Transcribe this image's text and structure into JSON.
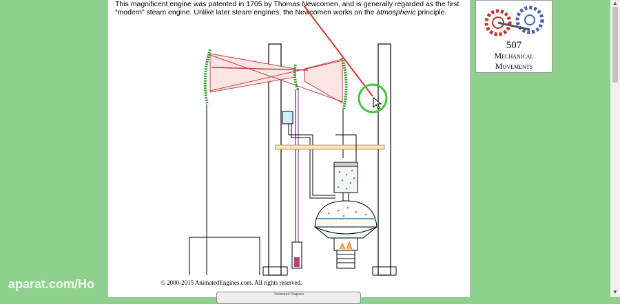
{
  "intro": {
    "part1": "This magnificent engine was patented in 1705 by Thomas Newcomen, and is generally regarded as the first “modern” steam engine. Unlike later steam engines, the Newcomen works on the ",
    "emphasis": "atmospheric",
    "part2": " principle."
  },
  "copyright": "© 2000-2015 AnimatedEngines.com.  All rights reserved.",
  "controls_label": "Animated Engines",
  "logo": {
    "number": "507",
    "line1": "Mechanical",
    "line2": "Movements"
  },
  "watermark": "aparat.com/Ho",
  "colors": {
    "page_bg": "#8fd08f",
    "accent_red": "#e03030",
    "chain_green": "#2a9a2a",
    "cursor_ring": "#3cc43c"
  }
}
